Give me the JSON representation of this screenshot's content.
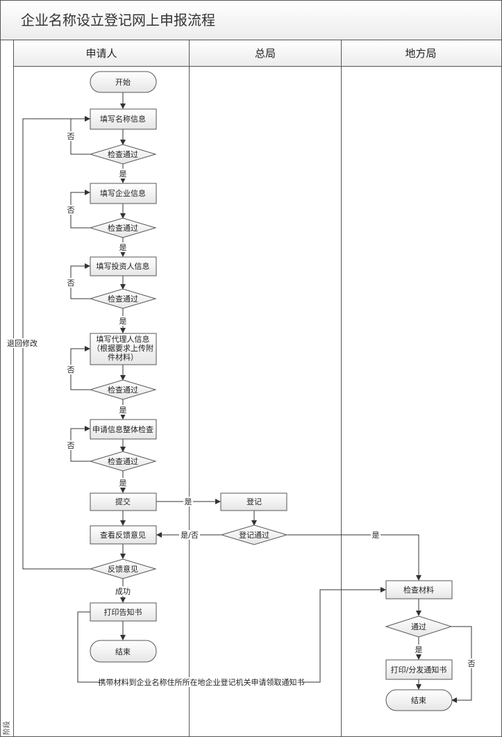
{
  "title": "企业名称设立登记网上申报流程",
  "phase_label": "阶段",
  "lanes": [
    "申请人",
    "总局",
    "地方局"
  ],
  "nodes": {
    "start": "开始",
    "fill_name": "填写名称信息",
    "check1": "检查通过",
    "fill_company": "填写企业信息",
    "check2": "检查通过",
    "fill_investor": "填写投资人信息",
    "check3": "检查通过",
    "fill_agent_l1": "填写代理人信息",
    "fill_agent_l2": "（根据要求上传附",
    "fill_agent_l3": "件材料）",
    "check4": "检查通过",
    "overall_check": "申请信息整体检查",
    "check5": "检查通过",
    "submit": "提交",
    "view_feedback": "查看反馈意见",
    "feedback": "反馈意见",
    "print_notice": "打印告知书",
    "end1": "结束",
    "register": "登记",
    "register_pass": "登记通过",
    "check_materials": "检查材料",
    "pass": "通过",
    "print_dist": "打印/分发通知书",
    "end2": "结束"
  },
  "edge_labels": {
    "no": "否",
    "yes": "是",
    "yes_no": "是/否",
    "success": "成功",
    "return_modify": "退回修改",
    "carry_materials": "携带材料到企业名称住所所在地企业登记机关申请领取通知书"
  }
}
